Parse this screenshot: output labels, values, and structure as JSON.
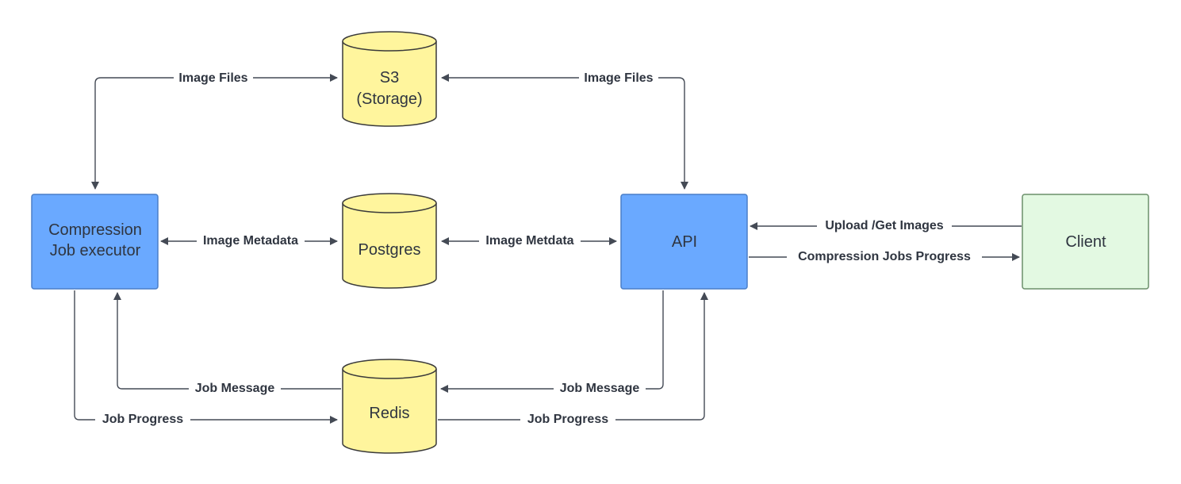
{
  "colors": {
    "process_fill": "#6aa9ff",
    "process_stroke": "#4a7fc8",
    "store_fill": "#fff59d",
    "store_stroke": "#3a3a3a",
    "client_fill": "#e3f9e2",
    "client_stroke": "#6b8f6a",
    "edge": "#444a55"
  },
  "nodes": {
    "s3": {
      "line1": "S3",
      "line2": "(Storage)"
    },
    "postgres": {
      "label": "Postgres"
    },
    "redis": {
      "label": "Redis"
    },
    "executor": {
      "line1": "Compression",
      "line2": "Job executor"
    },
    "api": {
      "label": "API"
    },
    "client": {
      "label": "Client"
    }
  },
  "edges": {
    "executor_s3": "Image Files",
    "s3_api": "Image Files",
    "executor_postgres": "Image Metadata",
    "postgres_api": "Image Metdata",
    "client_api": "Upload /Get Images",
    "api_client": "Compression Jobs Progress",
    "redis_executor": "Job Message",
    "api_redis": "Job Message",
    "executor_redis": "Job Progress",
    "redis_api": "Job Progress"
  }
}
